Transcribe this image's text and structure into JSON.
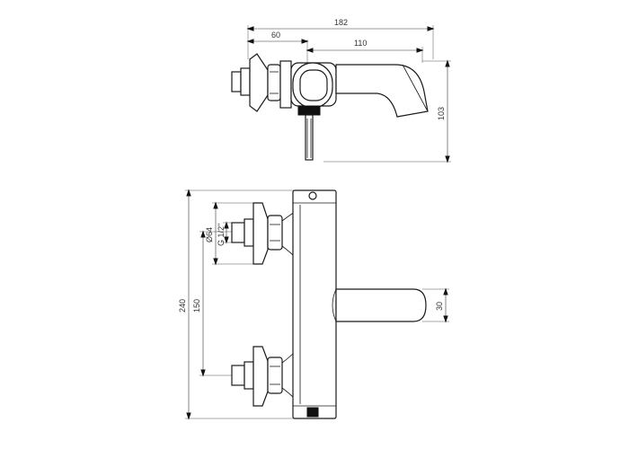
{
  "drawing": {
    "top_view": {
      "overall_width": "182",
      "inlet_offset": "60",
      "spout_reach": "110",
      "height": "103"
    },
    "front_view": {
      "overall_height": "240",
      "inlet_spacing": "150",
      "flange_diameter": "Ø64",
      "thread": "G 1/2\"",
      "spout_thickness": "30"
    },
    "colors": {
      "line": "#1a1a1a",
      "dimension": "#333333",
      "background": "#ffffff"
    }
  }
}
